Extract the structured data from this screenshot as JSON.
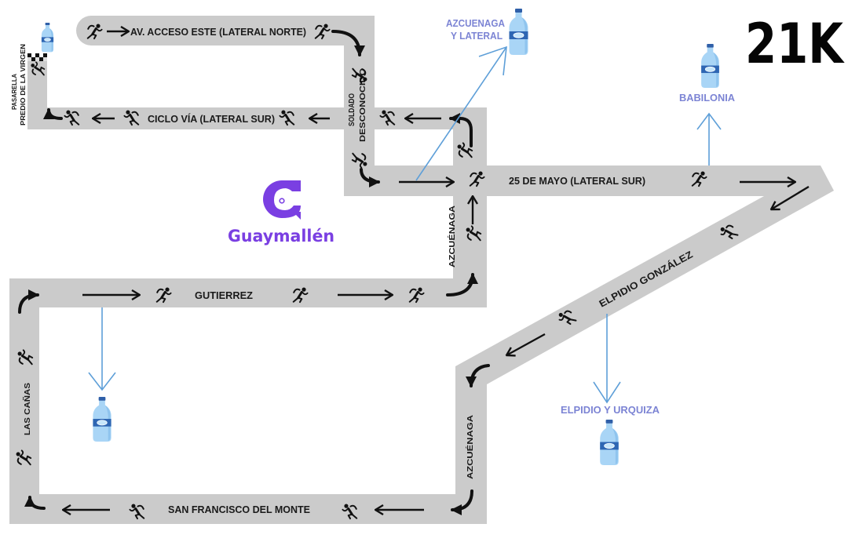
{
  "map": {
    "title": "21K",
    "organizer_logo_text": "Guaymallén",
    "brand_color": "#7a3fe2",
    "road_color": "#cbcbcb",
    "water_label_color": "#7c84d4",
    "water_line_color": "#5e9fd8"
  },
  "streets": {
    "acceso_este": "AV. ACCESO ESTE (LATERAL NORTE)",
    "ciclo_via": "CICLO VÍA (LATERAL SUR)",
    "soldado_1": "SOLDADO",
    "soldado_2": "DESCONOCIDO",
    "pasarella_1": "PASARELLA",
    "pasarella_2": "PREDIO DE LA VIRGEN",
    "mayo": "25 DE MAYO (LATERAL SUR)",
    "azcuenaga_upper": "AZCUÉNAGA",
    "elpidio": "ELPIDIO GONZÁLEZ",
    "gutierrez": "GUTIERREZ",
    "las_canas": "LAS CAÑAS",
    "azcuenaga_lower": "AZCUÉNAGA",
    "san_francisco": "SAN FRANCISCO DEL MONTE"
  },
  "water_stations": [
    {
      "line1": "AZCUENAGA",
      "line2": "Y LATERAL",
      "icon": "water-bottle-icon"
    },
    {
      "line1": "BABILONIA",
      "icon": "water-bottle-icon"
    },
    {
      "line1": "ELPIDIO Y URQUIZA",
      "icon": "water-bottle-icon"
    },
    {
      "line1": "",
      "icon": "water-bottle-icon",
      "note": "Gutierrez station (unlabeled)"
    },
    {
      "line1": "",
      "icon": "water-bottle-icon",
      "note": "start/finish station (unlabeled)"
    }
  ],
  "icons": {
    "runner": "runner-icon",
    "finish": "checkered-flag-icon",
    "direction": "arrow-icon",
    "water": "water-bottle-icon",
    "logo": "guaymallen-logo-icon"
  }
}
